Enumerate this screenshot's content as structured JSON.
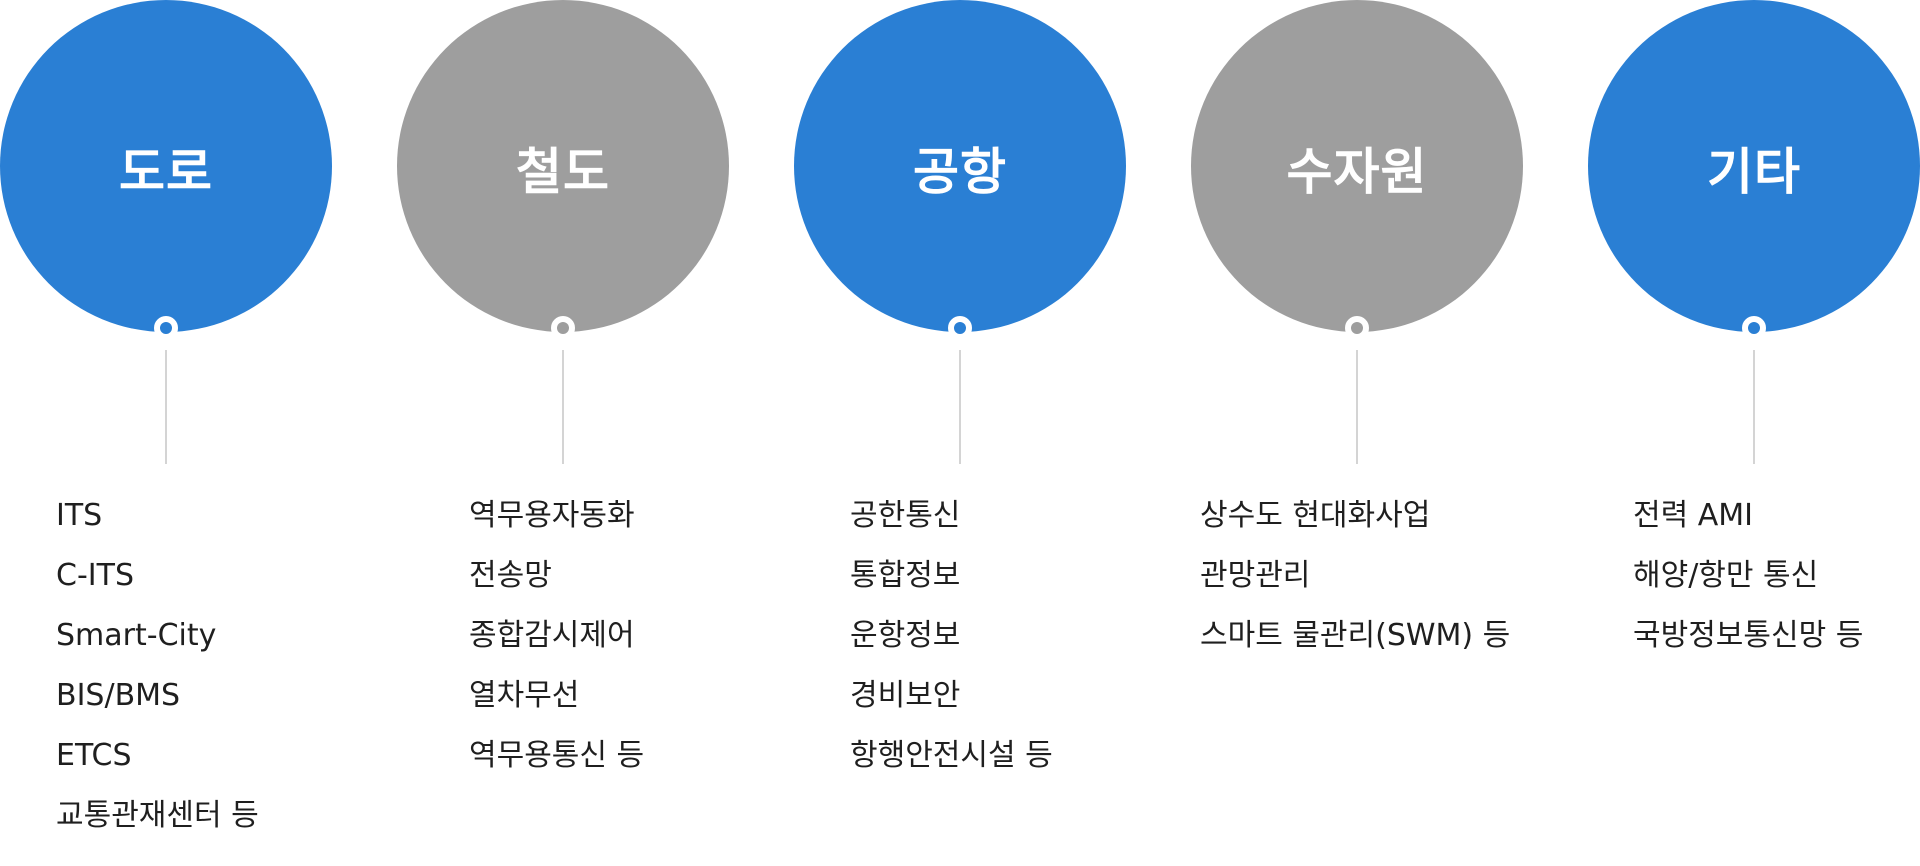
{
  "colors": {
    "blue": "#2a7fd4",
    "gray": "#9e9e9e",
    "connector": "#d4d4d4",
    "text": "#1f1f1f"
  },
  "categories": [
    {
      "title": "도로",
      "color": "blue",
      "items": [
        "ITS",
        "C-ITS",
        "Smart-City",
        "BIS/BMS",
        "ETCS",
        "교통관재센터 등"
      ]
    },
    {
      "title": "철도",
      "color": "gray",
      "items": [
        "역무용자동화",
        "전송망",
        "종합감시제어",
        "열차무선",
        "역무용통신 등"
      ]
    },
    {
      "title": "공항",
      "color": "blue",
      "items": [
        "공한통신",
        "통합정보",
        "운항정보",
        "경비보안",
        "항행안전시설 등"
      ]
    },
    {
      "title": "수자원",
      "color": "gray",
      "items": [
        "상수도 현대화사업",
        "관망관리",
        "스마트 물관리(SWM) 등"
      ]
    },
    {
      "title": "기타",
      "color": "blue",
      "items": [
        "전력 AMI",
        "해양/항만 통신",
        "국방정보통신망 등"
      ]
    }
  ]
}
